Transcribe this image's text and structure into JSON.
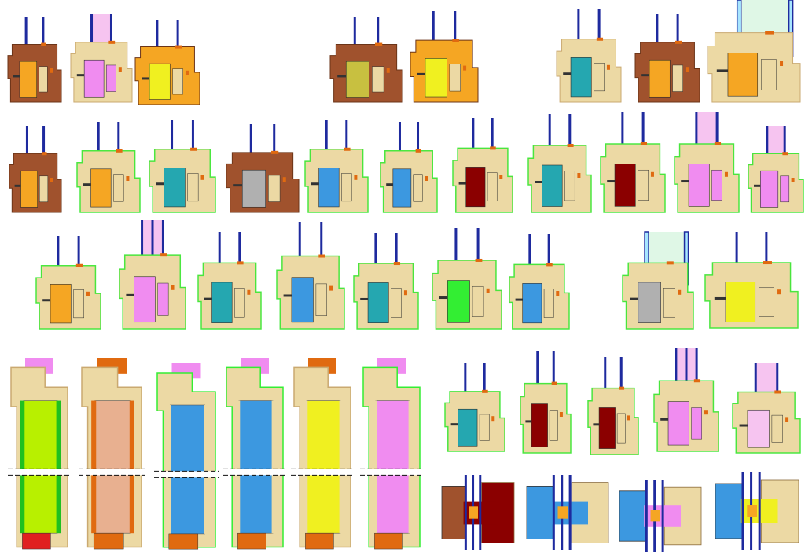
{
  "sheet": {
    "colors": {
      "beige": "#ecd9a4",
      "blue": "#1e2a9e",
      "pink": "#f08cf0",
      "light_pink": "#f6c4f0",
      "cyan": "#25a7b0",
      "sky": "#3c98e0",
      "green": "#33ee33",
      "orange": "#f5a623",
      "dark_orange": "#e06a10",
      "brown": "#a0522d",
      "dark_red": "#8b0000",
      "yellow": "#f0f020",
      "lime": "#b8f000",
      "light_blue": "#a8e6ff",
      "gray": "#b0b0b0",
      "mint": "#dff7e6",
      "salmon": "#e8b090"
    },
    "rows": [
      {
        "name": "row-1",
        "profiles": [
          {
            "material": "wood-brown",
            "glass": "double",
            "insert": "orange"
          },
          {
            "material": "beige",
            "glass": "double",
            "insert": "pink"
          },
          {
            "material": "wood-orange",
            "glass": "double",
            "insert": "yellow"
          },
          {
            "material": "wood-brown",
            "glass": "double",
            "insert": "olive"
          },
          {
            "material": "wood-orange",
            "glass": "double",
            "insert": "yellow"
          },
          {
            "material": "beige",
            "glass": "double",
            "insert": "cyan"
          },
          {
            "material": "wood-brown",
            "glass": "double",
            "insert": "orange"
          },
          {
            "material": "beige",
            "glass": "wide",
            "insert": "orange"
          }
        ]
      },
      {
        "name": "row-2",
        "profiles": [
          {
            "material": "wood-brown",
            "glass": "double",
            "insert": "orange"
          },
          {
            "material": "beige",
            "glass": "double",
            "insert": "orange"
          },
          {
            "material": "beige",
            "glass": "double",
            "insert": "cyan"
          },
          {
            "material": "wood-brown",
            "glass": "double",
            "insert": "gray"
          },
          {
            "material": "beige",
            "glass": "double",
            "insert": "sky"
          },
          {
            "material": "beige",
            "glass": "double",
            "insert": "sky"
          },
          {
            "material": "beige",
            "glass": "double",
            "insert": "darkred"
          },
          {
            "material": "beige",
            "glass": "double",
            "insert": "cyan"
          },
          {
            "material": "beige",
            "glass": "double",
            "insert": "darkred"
          },
          {
            "material": "beige",
            "glass": "double",
            "insert": "pink"
          },
          {
            "material": "beige",
            "glass": "double",
            "insert": "pink"
          }
        ]
      },
      {
        "name": "row-3",
        "profiles": [
          {
            "material": "beige",
            "glass": "double",
            "insert": "orange"
          },
          {
            "material": "beige",
            "glass": "triple",
            "insert": "pink"
          },
          {
            "material": "beige",
            "glass": "double",
            "insert": "cyan"
          },
          {
            "material": "beige",
            "glass": "double",
            "insert": "sky"
          },
          {
            "material": "beige",
            "glass": "double",
            "insert": "cyan"
          },
          {
            "material": "beige",
            "glass": "double",
            "insert": "green"
          },
          {
            "material": "beige",
            "glass": "double",
            "insert": "sky"
          },
          {
            "material": "beige",
            "glass": "wide",
            "insert": "gray"
          },
          {
            "material": "beige",
            "glass": "double",
            "insert": "yellow"
          }
        ]
      },
      {
        "name": "row-4-doors",
        "profiles": [
          {
            "material": "beige",
            "glass": "none",
            "insert": "lime"
          },
          {
            "material": "beige",
            "glass": "none",
            "insert": "salmon"
          },
          {
            "material": "beige",
            "glass": "none",
            "insert": "sky"
          },
          {
            "material": "beige",
            "glass": "none",
            "insert": "sky"
          },
          {
            "material": "beige",
            "glass": "none",
            "insert": "yellow"
          },
          {
            "material": "beige",
            "glass": "none",
            "insert": "pink"
          }
        ]
      },
      {
        "name": "row-4-windows",
        "profiles": [
          {
            "material": "beige",
            "glass": "double",
            "insert": "cyan"
          },
          {
            "material": "beige",
            "glass": "double",
            "insert": "darkred"
          },
          {
            "material": "beige",
            "glass": "double",
            "insert": "darkred"
          },
          {
            "material": "beige",
            "glass": "triple",
            "insert": "pink"
          },
          {
            "material": "beige",
            "glass": "double",
            "insert": "light_pink"
          }
        ]
      },
      {
        "name": "row-5-facades",
        "profiles": [
          {
            "material": "wood-brown",
            "glass": "double",
            "insert": "darkred"
          },
          {
            "material": "beige",
            "glass": "double",
            "insert": "sky"
          },
          {
            "material": "beige",
            "glass": "double",
            "insert": "pink"
          },
          {
            "material": "beige",
            "glass": "double",
            "insert": "yellow"
          }
        ]
      }
    ]
  }
}
